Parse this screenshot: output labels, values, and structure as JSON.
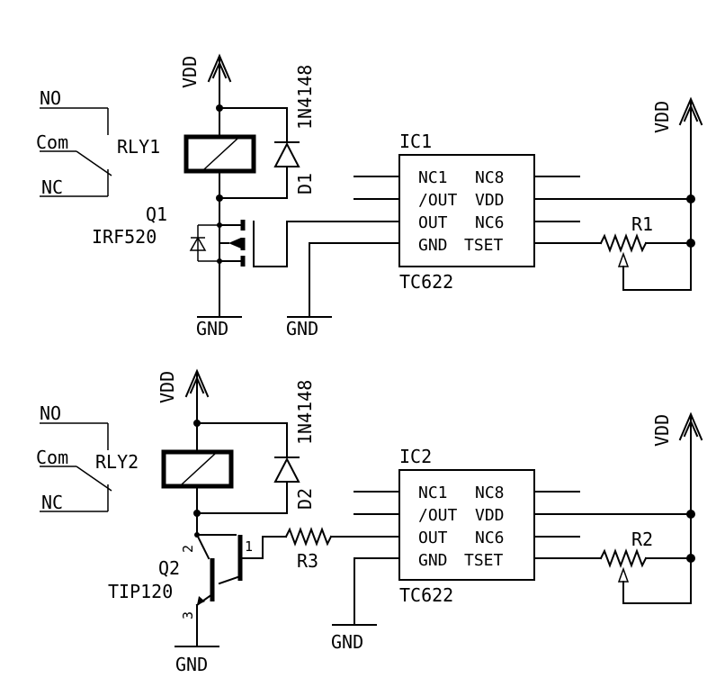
{
  "top": {
    "relay": {
      "ref": "RLY1",
      "no": "NO",
      "com": "Com",
      "nc": "NC"
    },
    "diode": {
      "ref": "D1",
      "part": "1N4148"
    },
    "transistor": {
      "ref": "Q1",
      "part": "IRF520"
    },
    "vdd_left": "VDD",
    "vdd_right": "VDD",
    "gnd_left": "GND",
    "gnd_mid": "GND",
    "ic": {
      "ref": "IC1",
      "part": "TC622",
      "pins": [
        "NC1",
        "NC8",
        "/OUT",
        "VDD",
        "OUT",
        "NC6",
        "GND",
        "TSET"
      ]
    },
    "pot": {
      "ref": "R1"
    }
  },
  "bottom": {
    "relay": {
      "ref": "RLY2",
      "no": "NO",
      "com": "Com",
      "nc": "NC"
    },
    "diode": {
      "ref": "D2",
      "part": "1N4148"
    },
    "transistor": {
      "ref": "Q2",
      "part": "TIP120",
      "pin_b": "1",
      "pin_c": "2",
      "pin_e": "3"
    },
    "resistor": {
      "ref": "R3"
    },
    "vdd_left": "VDD",
    "vdd_right": "VDD",
    "gnd_left": "GND",
    "gnd_mid": "GND",
    "ic": {
      "ref": "IC2",
      "part": "TC622",
      "pins": [
        "NC1",
        "NC8",
        "/OUT",
        "VDD",
        "OUT",
        "NC6",
        "GND",
        "TSET"
      ]
    },
    "pot": {
      "ref": "R2"
    }
  }
}
